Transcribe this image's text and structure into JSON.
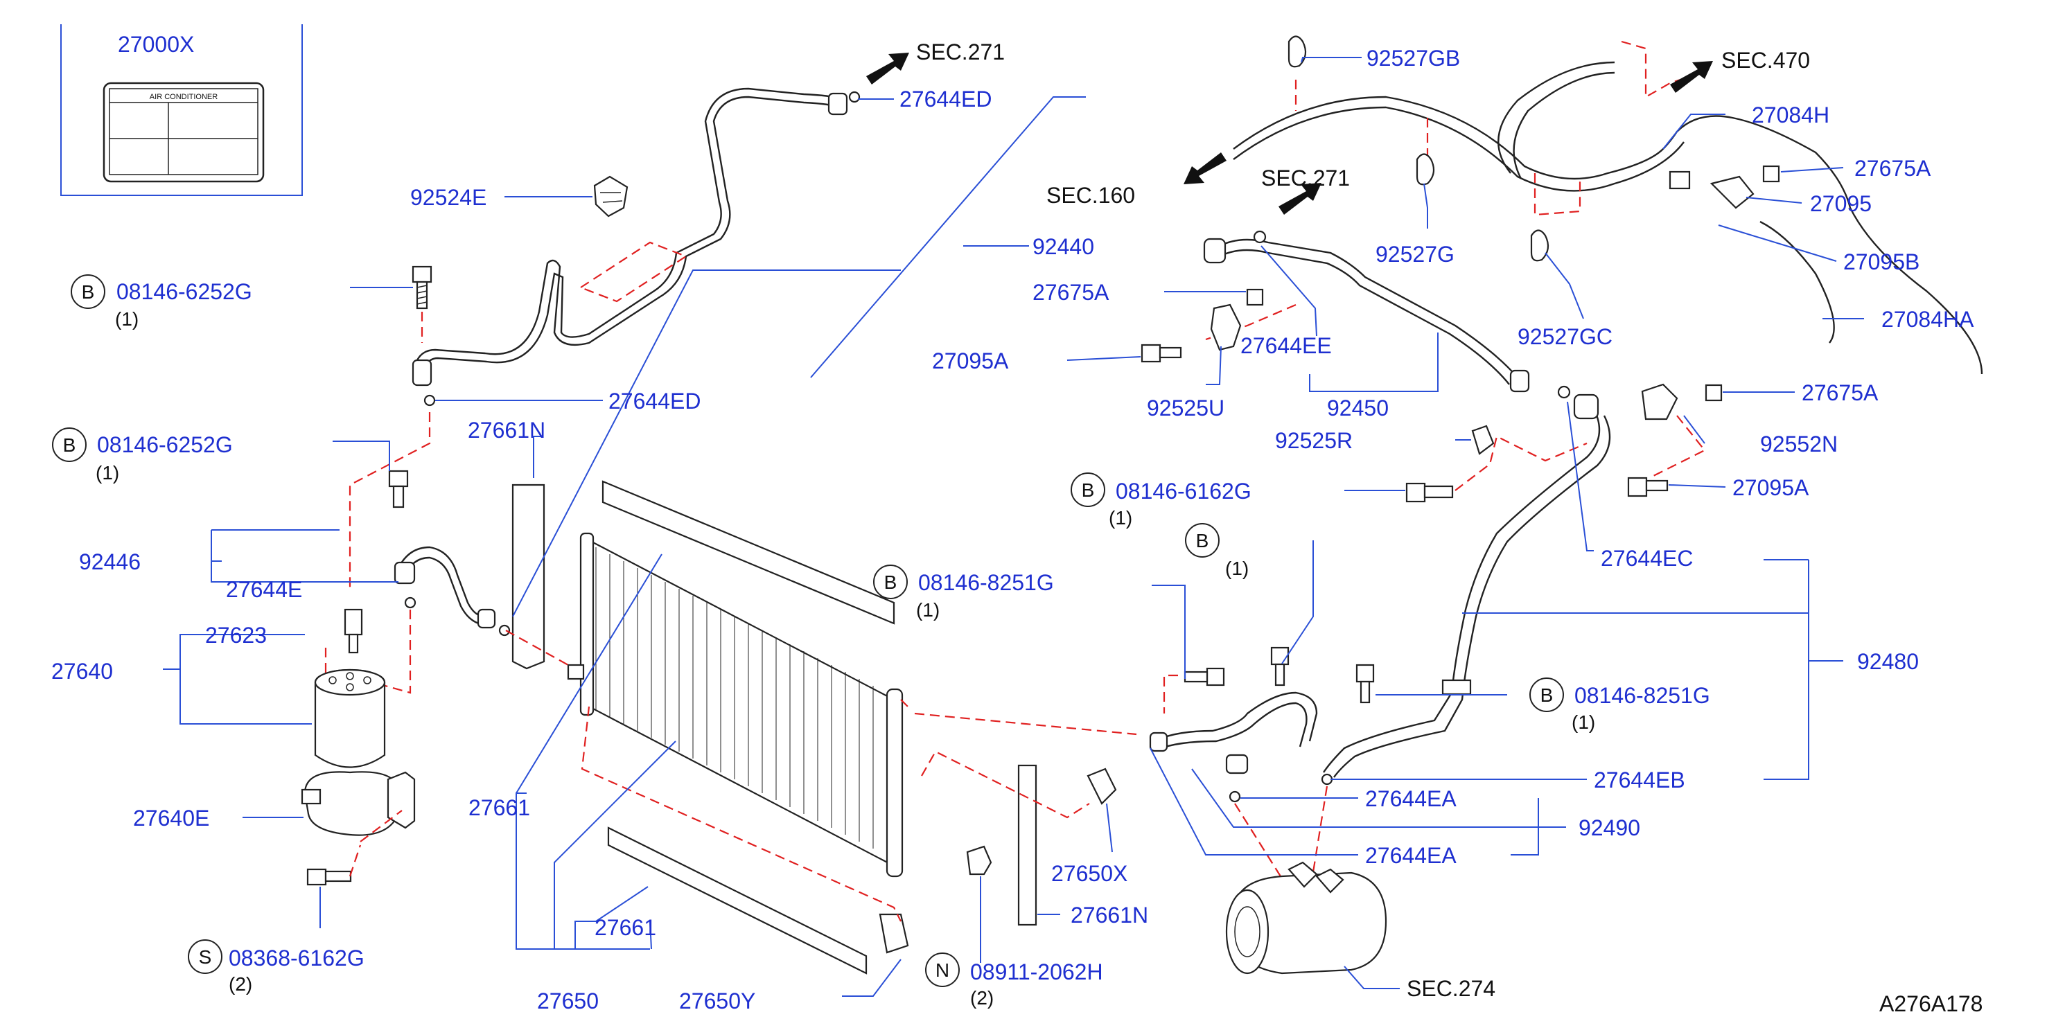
{
  "diagram_code": "A276A178",
  "colors": {
    "part_label": "#1e2fd0",
    "leader_line": "#2a4fd6",
    "dashed_link": "#e02020",
    "line_art": "#222222"
  },
  "label_box": {
    "part_no": "27000X",
    "caption": "AIR CONDITIONER"
  },
  "sections": {
    "sec271_top": "SEC.271",
    "sec271_mid": "SEC.271",
    "sec470": "SEC.470",
    "sec160": "SEC.160",
    "sec274": "SEC.274"
  },
  "parts": {
    "p27644ED_top": "27644ED",
    "p92524E": "92524E",
    "p92440": "92440",
    "p08146_6252G_a": "08146-6252G",
    "p27644ED_mid": "27644ED",
    "p08146_6252G_b": "08146-6252G",
    "p27661N_left": "27661N",
    "p92446": "92446",
    "p27644E": "27644E",
    "p27623": "27623",
    "p27640": "27640",
    "p27640E": "27640E",
    "p08368_6162G": "08368-6162G",
    "p27661_a": "27661",
    "p27661_b": "27661",
    "p27650": "27650",
    "p27650Y": "27650Y",
    "p08146_8251G_a": "08146-8251G",
    "p08911_2062H": "08911-2062H",
    "p27650X": "27650X",
    "p27661N_right": "27661N",
    "p92527GB": "92527GB",
    "p92527G": "92527G",
    "p92527GC": "92527GC",
    "p27084H": "27084H",
    "p27675A_a": "27675A",
    "p27095": "27095",
    "p27095B": "27095B",
    "p27084HA": "27084HA",
    "p27675A_b": "27675A",
    "p27095A_a": "27095A",
    "p27644EE": "27644EE",
    "p92525U": "92525U",
    "p92450": "92450",
    "p27675A_c": "27675A",
    "p92552N": "92552N",
    "p92525R": "92525R",
    "p27095A_b": "27095A",
    "p08146_6162G": "08146-6162G",
    "p27644EC": "27644EC",
    "p92480": "92480",
    "p08146_8251G_b": "08146-8251G",
    "p27644EB": "27644EB",
    "p27644EA_a": "27644EA",
    "p92490": "92490",
    "p27644EA_b": "27644EA"
  },
  "badges": {
    "b1": {
      "letter": "B",
      "qty": "(1)"
    },
    "b2": {
      "letter": "B",
      "qty": "(1)"
    },
    "s1": {
      "letter": "S",
      "qty": "(2)"
    },
    "b3": {
      "letter": "B",
      "qty": "(1)"
    },
    "n1": {
      "letter": "N",
      "qty": "(2)"
    },
    "b4": {
      "letter": "B",
      "qty": "(1)"
    },
    "b5": {
      "letter": "B",
      "qty": "(1)"
    },
    "b6": {
      "letter": "B",
      "qty": "(1)"
    }
  }
}
